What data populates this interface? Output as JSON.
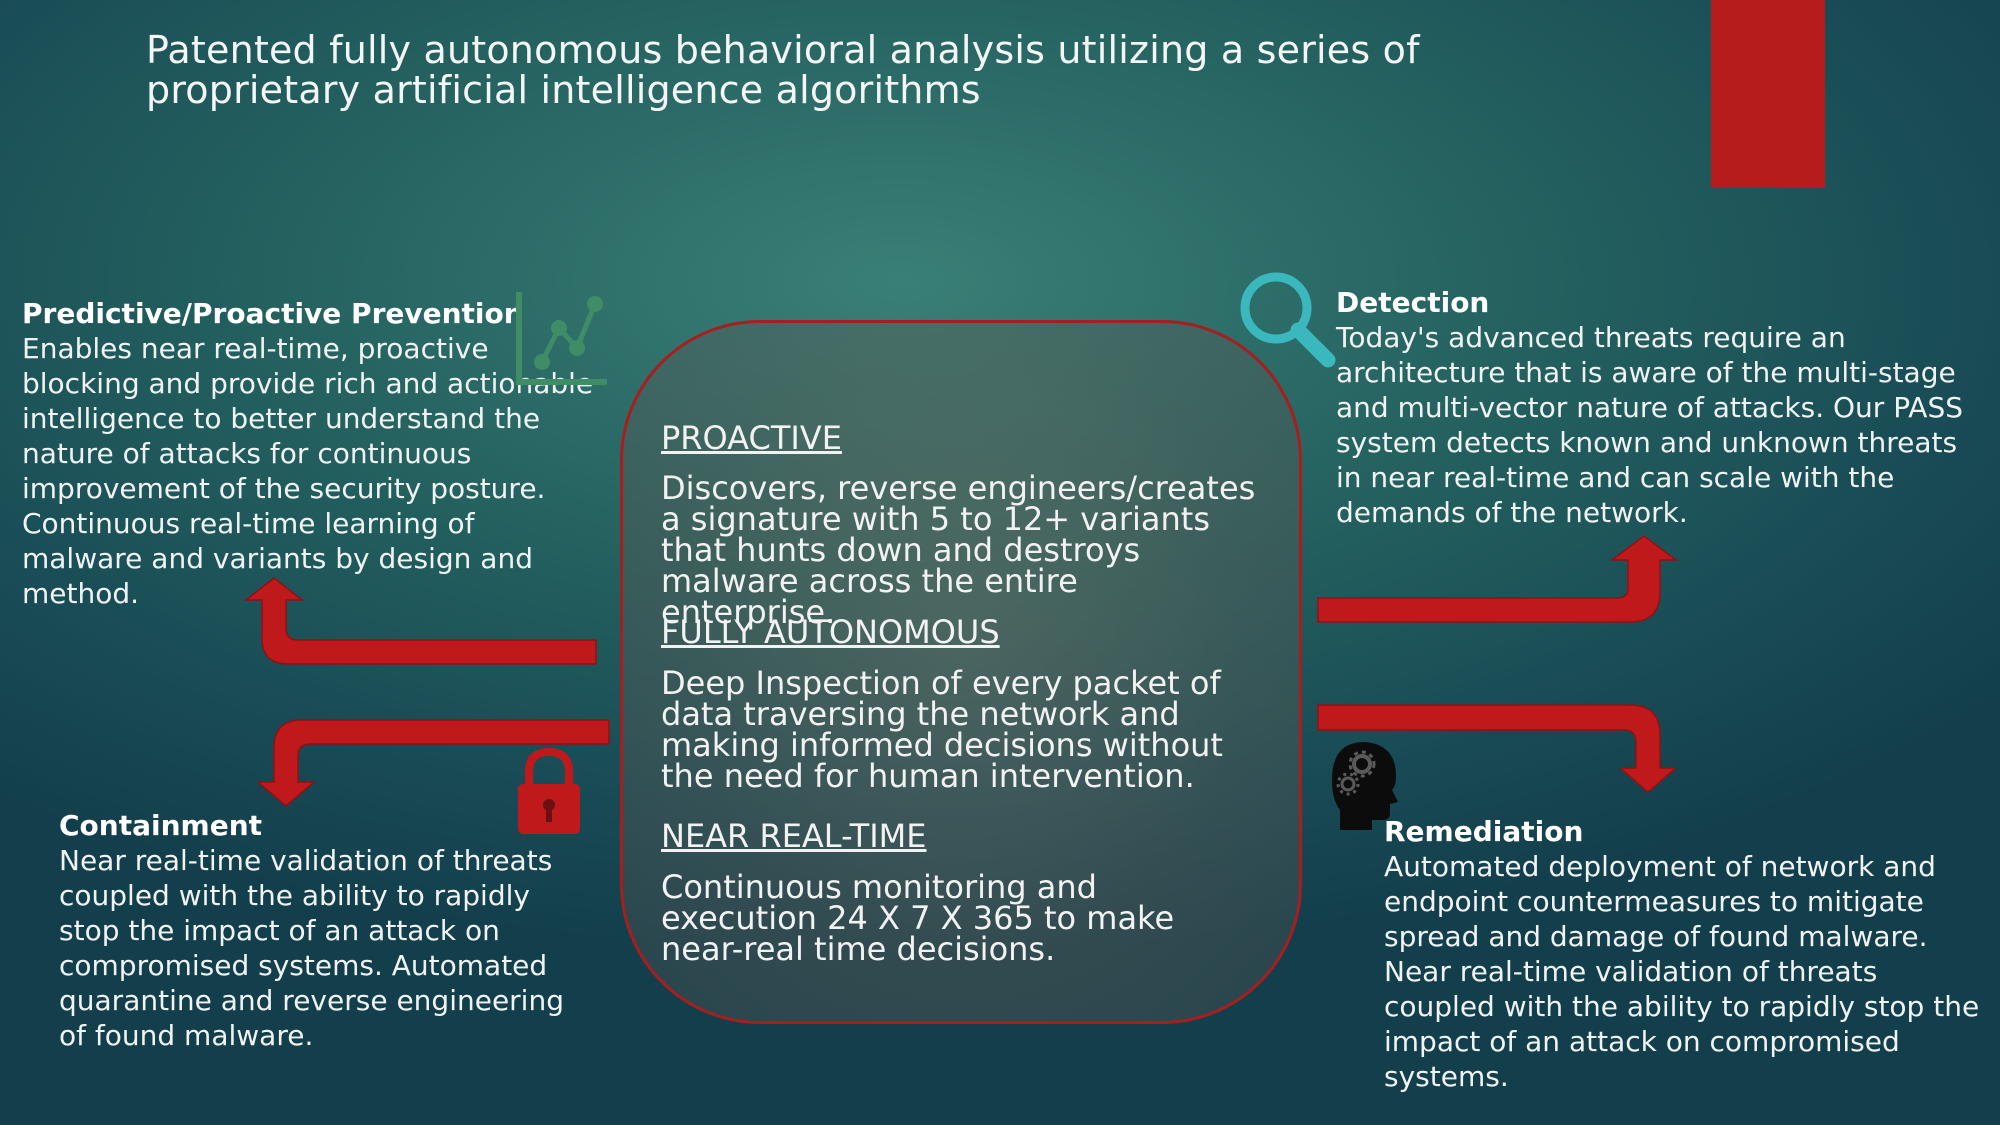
{
  "title": "Patented fully autonomous behavioral analysis utilizing a series of proprietary artificial intelligence algorithms",
  "colors": {
    "accent_red": "#b51c1c",
    "arrow_red": "#c0191c",
    "teal_icon": "#3bb7be",
    "chart_icon": "#3f8c66",
    "background": "#1f5a5e"
  },
  "panels": {
    "prevention": {
      "icon": "line-chart-icon",
      "title": "Predictive/Proactive Prevention",
      "text": "Enables near real-time, proactive blocking and provide rich and actionable intelligence to better understand the nature of attacks for continuous improvement of the security posture. Continuous real-time learning of malware and variants by design and method."
    },
    "detection": {
      "icon": "magnifier-icon",
      "title": "Detection",
      "text": "Today's advanced threats require an architecture that is aware of the multi-stage and multi-vector nature of attacks. Our PASS system detects known and unknown threats in near real-time and can scale with the demands of the network."
    },
    "containment": {
      "icon": "padlock-icon",
      "title": "Containment",
      "text": "Near real-time validation of threats coupled with the ability to rapidly stop the impact of an attack on compromised systems. Automated quarantine and reverse engineering of found malware."
    },
    "remediation": {
      "icon": "head-gears-icon",
      "title": "Remediation",
      "text": "Automated deployment of network and endpoint countermeasures to mitigate spread and damage of found malware. Near real-time validation of threats coupled with the ability to rapidly stop the impact of an attack on compromised systems."
    }
  },
  "center": {
    "sections": [
      {
        "heading": "PROACTIVE",
        "text": "Discovers, reverse engineers/creates a signature with 5 to 12+ variants that hunts down and destroys malware across the entire enterprise."
      },
      {
        "heading": "FULLY AUTONOMOUS",
        "text": "Deep Inspection of every packet of data traversing the network and making informed decisions without the need for human intervention."
      },
      {
        "heading": "NEAR REAL-TIME",
        "text": "Continuous monitoring and execution 24 X 7 X 365 to make near-real time decisions."
      }
    ]
  }
}
